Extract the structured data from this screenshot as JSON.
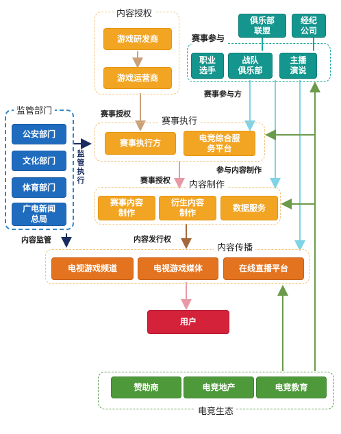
{
  "groups": {
    "content_license": "内容授权",
    "participation": "赛事参与",
    "regulator": "监管部门",
    "execution": "赛事执行",
    "production": "内容制作",
    "distribution": "内容传播",
    "ecosystem": "电竞生态"
  },
  "boxes": {
    "game_dev": "游戏研发商",
    "game_ops": "游戏运营商",
    "club_alliance": "俱乐部\n联盟",
    "agency": "经纪\n公司",
    "pro_player": "职业\n选手",
    "team_club": "战队\n俱乐部",
    "streamer": "主播\n演说",
    "police": "公安部门",
    "culture": "文化部门",
    "sports": "体育部门",
    "radio_tv": "广电新闻\n总局",
    "event_executor": "赛事执行方",
    "integrated_service": "电竞综合服\n务平台",
    "event_content": "赛事内容\n制作",
    "derivative": "衍生内容\n制作",
    "data_service": "数据服务",
    "tv_channel": "电视游戏频道",
    "tv_media": "电视游戏媒体",
    "live_platform": "在线直播平台",
    "user": "用户",
    "sponsor": "赞助商",
    "real_estate": "电竞地产",
    "education": "电竞教育"
  },
  "labels": {
    "event_license_1": "赛事授权",
    "event_license_2": "赛事授权",
    "participant": "赛事参与方",
    "supervise_exec": "监\n管\n执\n行",
    "content_participate": "参与内容制作",
    "distribution_right": "内容发行权",
    "content_supervision": "内容监管"
  },
  "colors": {
    "yellow": "#f2a423",
    "orange": "#e3731f",
    "blue": "#1f6cbf",
    "teal": "#14958d",
    "red": "#d4223b",
    "green": "#4e9a3b"
  }
}
